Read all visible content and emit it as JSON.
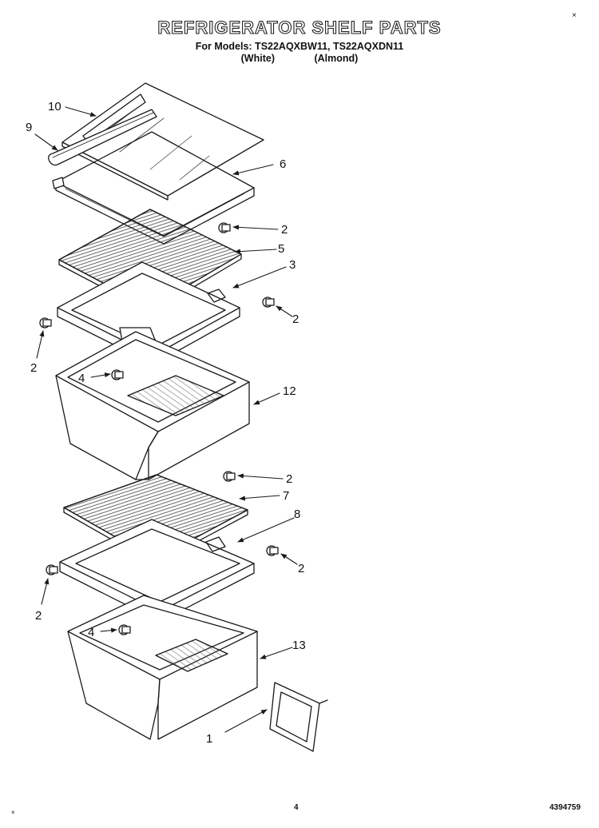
{
  "header": {
    "title": "REFRIGERATOR SHELF PARTS",
    "models": "For Models: TS22AQXBW11, TS22AQXDN11",
    "variant_1": "(White)",
    "variant_2": "(Almond)"
  },
  "callouts": {
    "c10": "10",
    "c9": "9",
    "c6": "6",
    "c2a": "2",
    "c5": "5",
    "c3": "3",
    "c2b": "2",
    "c2c": "2",
    "c4a": "4",
    "c12": "12",
    "c2d": "2",
    "c7": "7",
    "c8": "8",
    "c2e": "2",
    "c2f": "2",
    "c4b": "4",
    "c13": "13",
    "c1": "1"
  },
  "footer": {
    "page_number": "4",
    "document_number": "4394759",
    "corner_mark": "×",
    "corner_mark_2": "×"
  }
}
